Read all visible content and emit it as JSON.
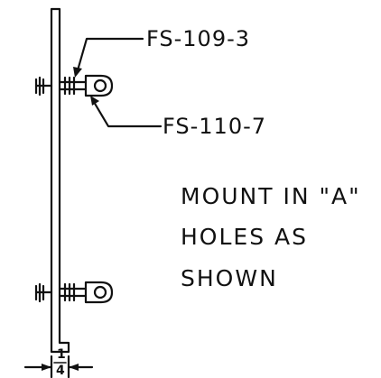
{
  "labels": {
    "part_top": "FS-109-3",
    "part_bottom": "FS-110-7"
  },
  "note": {
    "line1": "MOUNT IN \"A\"",
    "line2": "HOLES AS",
    "line3": "SHOWN"
  },
  "dimension": {
    "numerator": "1",
    "denominator": "4"
  },
  "colors": {
    "ink": "#111111",
    "paper": "#ffffff"
  }
}
